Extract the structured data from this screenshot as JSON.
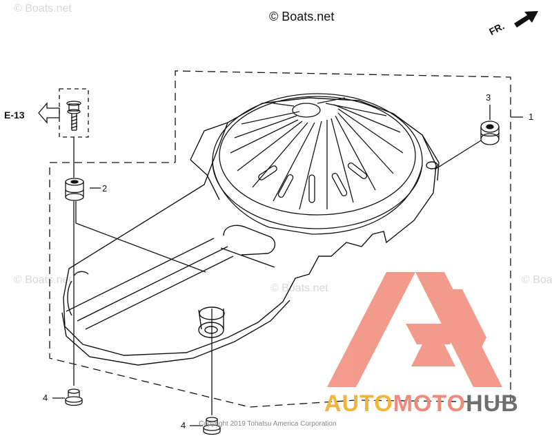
{
  "header": {
    "copyright_mark": "© Boats.net"
  },
  "watermarks": [
    "© Boats.net",
    "© Boats.net",
    "© Boats.net",
    "© Boats.net"
  ],
  "refs": {
    "e13": "E-13",
    "front": "FR.",
    "part1": "1",
    "part2": "2",
    "part3": "3",
    "part4a": "4",
    "part4b": "4"
  },
  "footer": {
    "copyright": "Copyright 2019 Tohatsu America Corporation"
  },
  "logo": {
    "part1": "AUTO",
    "part2": "MOTO",
    "part3": "HUB"
  },
  "colors": {
    "line": "#111111",
    "logo_red": "#f08a7a",
    "logo_yellow": "#f3b43a",
    "logo_gray": "#6e6e6e"
  }
}
